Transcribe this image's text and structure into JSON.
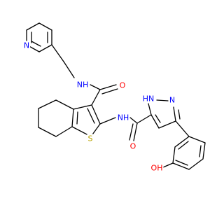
{
  "background": "#ffffff",
  "bond_color": "#000000",
  "element_colors": {
    "N": "#0000ff",
    "O": "#ff0000",
    "S": "#b8a200"
  },
  "atom_labels": [
    {
      "id": "pyridine-nitrogen",
      "text": "N",
      "element": "N"
    },
    {
      "id": "amide-nh-upper",
      "text": "NH",
      "element": "N"
    },
    {
      "id": "carbonyl-oxygen-upper",
      "text": "O",
      "element": "O"
    },
    {
      "id": "amide-nh-lower",
      "text": "NH",
      "element": "N"
    },
    {
      "id": "thiophene-sulfur",
      "text": "S",
      "element": "S"
    },
    {
      "id": "pyrazole-nh",
      "text": "HN",
      "element": "N"
    },
    {
      "id": "pyrazole-n",
      "text": "N",
      "element": "N"
    },
    {
      "id": "carbonyl-oxygen-lower",
      "text": "O",
      "element": "O"
    },
    {
      "id": "hydroxyl-oxygen",
      "text": "OH",
      "element": "O"
    }
  ]
}
